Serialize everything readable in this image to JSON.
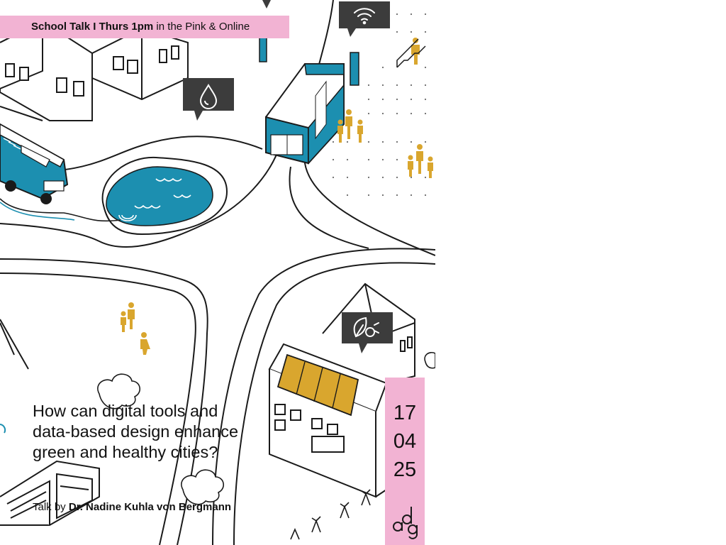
{
  "banner": {
    "event": "School Talk I Thurs 1pm",
    "location": " in the Pink & Online"
  },
  "headline": {
    "lines": [
      "How can digital tools and",
      "data-based design enhance",
      "green and healthy cities?"
    ]
  },
  "speaker": {
    "prefix": "Talk by ",
    "name": "Dr. Nadine Kuhla von Bergmann"
  },
  "date": {
    "day": "17",
    "month": "04",
    "year": "25"
  },
  "logo": {
    "text": "adg"
  },
  "icons": [
    "wifi-icon",
    "water-drop-icon",
    "leaf-plug-icon"
  ],
  "colors": {
    "pink": "#f2b3d3",
    "teal": "#1c8fb0",
    "ochre": "#d9a62e",
    "dark": "#3c3c3c",
    "line": "#1a1a1a"
  }
}
